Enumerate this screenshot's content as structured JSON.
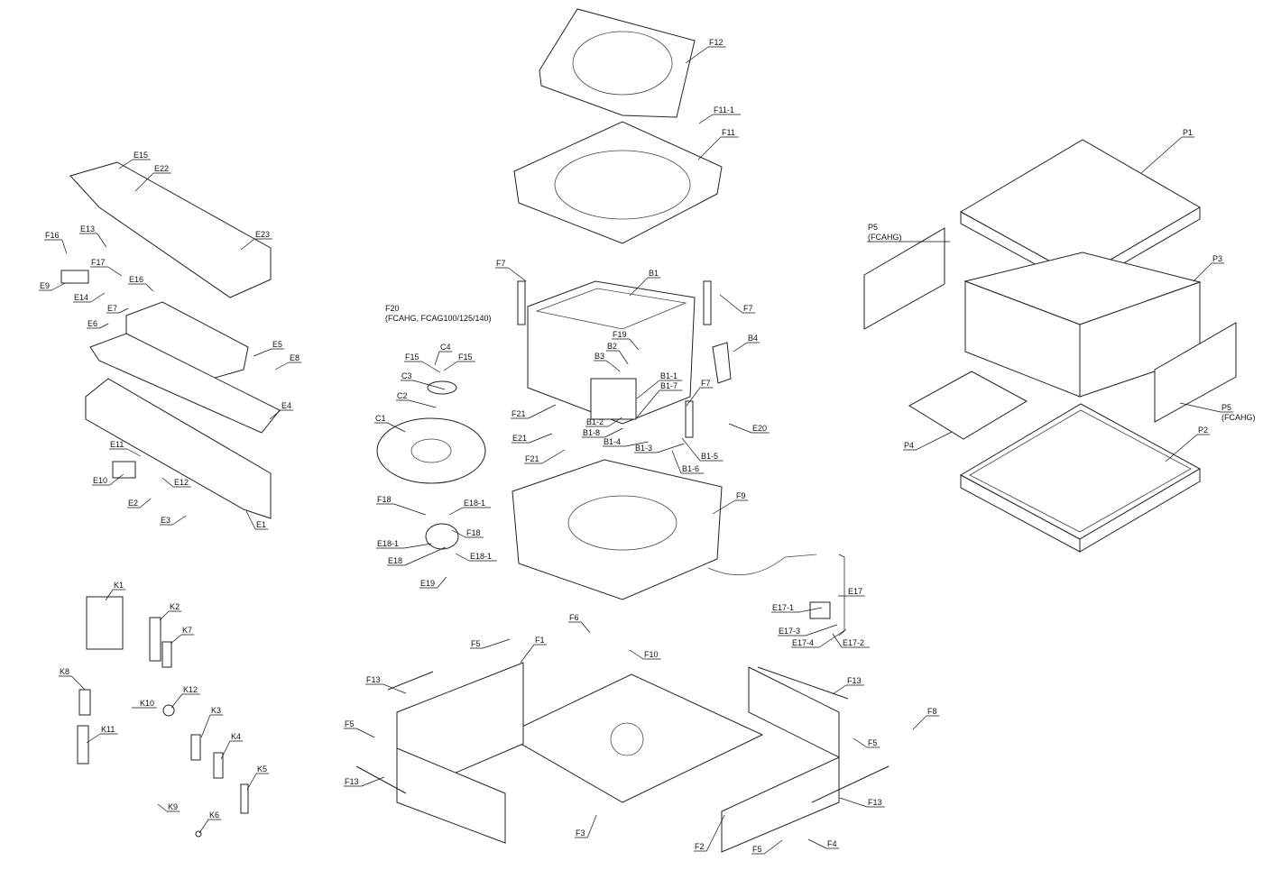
{
  "labels": [
    "E15",
    "E22",
    "E23",
    "F16",
    "E13",
    "F17",
    "E9",
    "E14",
    "E16",
    "E7",
    "E6",
    "E5",
    "E8",
    "E4",
    "E11",
    "E10",
    "E12",
    "E2",
    "E3",
    "E1",
    "K1",
    "K2",
    "K7",
    "K8",
    "K10",
    "K12",
    "K11",
    "K3",
    "K4",
    "K5",
    "K9",
    "K6",
    "F12",
    "F11-1",
    "F11",
    "F7",
    "B1",
    "F7",
    "F20",
    "(FCAHG, FCAG100/125/140)",
    "F19",
    "B2",
    "B3",
    "B4",
    "C4",
    "F15",
    "F15",
    "C3",
    "C2",
    "B1-1",
    "B1-7",
    "F7",
    "F21",
    "B1-2",
    "B1-8",
    "E20",
    "C1",
    "E21",
    "B1-4",
    "B1-3",
    "B1-5",
    "F21",
    "B1-6",
    "F9",
    "F18",
    "E18-1",
    "F18",
    "E18-1",
    "E18",
    "E18-1",
    "E19",
    "E17",
    "E17-1",
    "E17-3",
    "E17-4",
    "E17-2",
    "F6",
    "F5",
    "F1",
    "F10",
    "F13",
    "F13",
    "F5",
    "F8",
    "F5",
    "F13",
    "F13",
    "F3",
    "F2",
    "F5",
    "F4",
    "P1",
    "P5",
    "(FCAHG)",
    "P3",
    "P5",
    "(FCAHG)",
    "P4",
    "P2"
  ],
  "colors": {
    "line": "#222222",
    "background": "#ffffff"
  }
}
